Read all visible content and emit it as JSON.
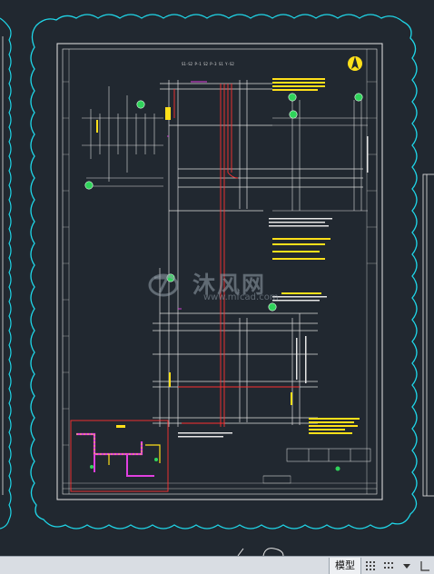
{
  "watermark": {
    "brand": "沐风网",
    "url": "www.mfcad.com"
  },
  "drawing": {
    "title_strip": "S1-S2 P-1 S2 P-3 S1 Y-S2",
    "compass_icon": "north-arrow-icon",
    "border_color": "#1fd6e8",
    "line_color": "#e0e0e0",
    "pipe_color": "#ff3030",
    "note_color": "#ffe01a",
    "marker_color": "#2fd35a"
  },
  "status_bar": {
    "model_tab": "模型",
    "icons": [
      "grid-icon",
      "snap-icon",
      "dropdown-icon",
      "layout-icon"
    ]
  }
}
